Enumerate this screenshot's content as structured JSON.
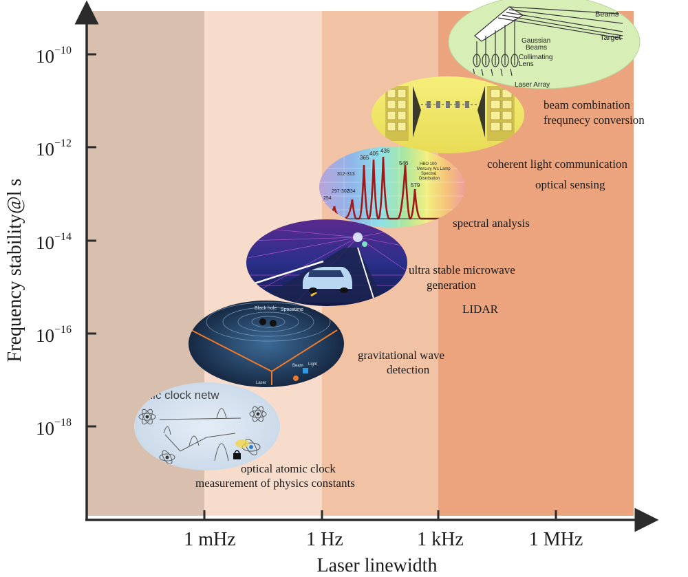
{
  "axes": {
    "x_title": "Laser linewidth",
    "y_title": "Frequency stability@l s",
    "x_ticks": [
      "1 mHz",
      "1 Hz",
      "1 kHz",
      "1 MHz"
    ],
    "y_ticks": [
      {
        "base": "10",
        "exp": "−10"
      },
      {
        "base": "10",
        "exp": "−12"
      },
      {
        "base": "10",
        "exp": "−14"
      },
      {
        "base": "10",
        "exp": "−16"
      },
      {
        "base": "10",
        "exp": "−18"
      }
    ]
  },
  "colors": {
    "band_1": "#d8bfae",
    "band_2": "#f7dccb",
    "band_3": "#f1c2a4",
    "band_4": "#eca47e",
    "axis": "#2b2b2b"
  },
  "applications": {
    "beam_combination": "beam combination",
    "frequency_conversion": "frequnecy conversion",
    "coherent_communication": "coherent light communication",
    "optical_sensing": "optical sensing",
    "spectral_analysis": "spectral analysis",
    "microwave_line1": "ultra stable microwave",
    "microwave_line2": "generation",
    "lidar": "LIDAR",
    "grav_line1": "gravitational wave",
    "grav_line2": "detection",
    "clock_line1": "optical atomic clock",
    "clock_line2": "measurement of physics constants"
  },
  "images": {
    "beam_labels": {
      "beams": "Beams",
      "target": "Target",
      "gaussian_1": "Gaussian",
      "gaussian_2": "Beams",
      "collimating_1": "Collimating",
      "collimating_2": "Lens",
      "array": "Laser Array"
    },
    "spectrum_peaks": [
      "365",
      "405",
      "436",
      "546",
      "579",
      "312-313",
      "297-302",
      "334",
      "254"
    ],
    "spectrum_caption": [
      "HBO 100",
      "Mercury Arc Lamp",
      "Spectral",
      "Distribution"
    ],
    "blackhole_labels": {
      "black_hole": "Black hole",
      "spacetime": "Spacetime",
      "light": "Light",
      "beam": "Beam",
      "laser": "Laser"
    },
    "clock_title": "mic clock netw"
  }
}
